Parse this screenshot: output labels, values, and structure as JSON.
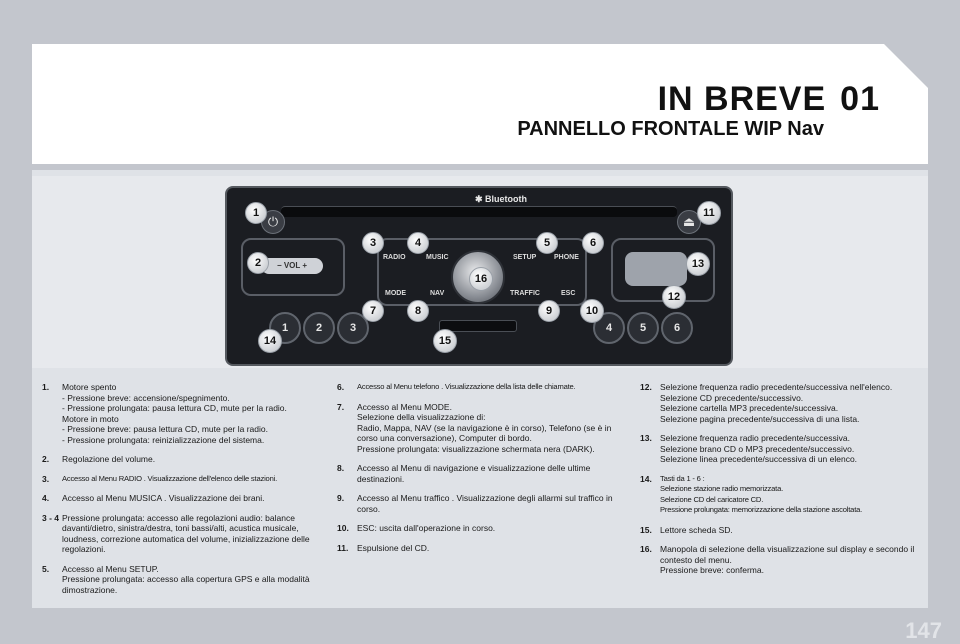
{
  "header": {
    "title": "IN BREVE",
    "chapter": "01",
    "subtitle": "PANNELLO FRONTALE WIP Nav"
  },
  "radio": {
    "bluetooth_label": "Bluetooth",
    "vol_label": "VOL",
    "buttons": {
      "radio": "RADIO",
      "music": "MUSIC",
      "setup": "SETUP",
      "phone": "PHONE",
      "mode": "MODE",
      "nav": "NAV",
      "traffic": "TRAFFIC",
      "esc": "ESC"
    },
    "presets": [
      "1",
      "2",
      "3",
      "4",
      "5",
      "6"
    ],
    "callouts": [
      "1",
      "2",
      "3",
      "4",
      "5",
      "6",
      "7",
      "8",
      "9",
      "10",
      "11",
      "12",
      "13",
      "14",
      "15",
      "16"
    ]
  },
  "columns": {
    "left": [
      {
        "num": "1.",
        "text": "Motore spento\n- Pressione breve: accensione/spegnimento.\n- Pressione prolungata: pausa lettura CD, mute per la radio.\nMotore in moto\n- Pressione breve: pausa lettura CD, mute per la radio.\n- Pressione prolungata: reinizializzazione del sistema."
      },
      {
        "num": "2.",
        "text": "Regolazione del volume."
      },
      {
        "num": "3.",
        "text": "Accesso al Menu RADIO . Visualizzazione dell'elenco delle stazioni."
      },
      {
        "num": "4.",
        "text": "Accesso al Menu MUSICA . Visualizzazione dei brani."
      },
      {
        "num": "3 - 4",
        "text": "Pressione prolungata: accesso alle regolazioni audio: balance davanti/dietro, sinistra/destra, toni bassi/alti, acustica musicale, loudness, correzione automatica del volume, inizializzazione delle regolazioni."
      },
      {
        "num": "5.",
        "text": "Accesso al Menu SETUP.\nPressione prolungata: accesso alla copertura GPS e alla modalità dimostrazione."
      }
    ],
    "middle": [
      {
        "num": "6.",
        "text": "Accesso al Menu telefono . Visualizzazione della lista delle chiamate."
      },
      {
        "num": "7.",
        "text": "Accesso al Menu MODE.\nSelezione della visualizzazione di:\nRadio, Mappa, NAV (se la navigazione è in corso), Telefono (se è in corso una conversazione), Computer di bordo.\nPressione prolungata: visualizzazione schermata nera (DARK)."
      },
      {
        "num": "8.",
        "text": "Accesso al Menu di navigazione e visualizzazione delle ultime destinazioni."
      },
      {
        "num": "9.",
        "text": "Accesso al Menu traffico . Visualizzazione degli allarmi sul traffico in corso."
      },
      {
        "num": "10.",
        "text": "ESC: uscita dall'operazione in corso."
      },
      {
        "num": "11.",
        "text": "Espulsione del CD."
      }
    ],
    "right": [
      {
        "num": "12.",
        "text": "Selezione frequenza radio precedente/successiva nell'elenco.\nSelezione CD precedente/successivo.\nSelezione cartella MP3 precedente/successiva.\nSelezione pagina precedente/successiva di una lista."
      },
      {
        "num": "13.",
        "text": "Selezione frequenza radio precedente/successiva.\nSelezione brano CD o MP3 precedente/successivo.\nSelezione linea precedente/successiva di un elenco."
      },
      {
        "num": "14.",
        "text": "Tasti da 1 - 6 :\nSelezione stazione radio memorizzata.\nSelezione CD del caricatore CD.\nPressione prolungata: memorizzazione della stazione ascoltata."
      },
      {
        "num": "15.",
        "text": "Lettore scheda SD."
      },
      {
        "num": "16.",
        "text": "Manopola di selezione della visualizzazione sul display e secondo il contesto del menu.\nPressione breve: conferma."
      }
    ]
  },
  "footer": {
    "page": "147"
  }
}
